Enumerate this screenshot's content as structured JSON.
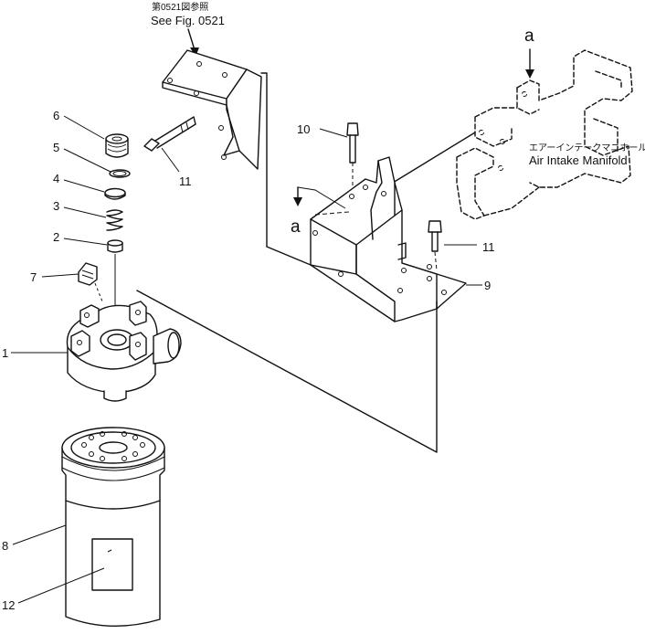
{
  "callouts": {
    "see_fig_jp": "第0521図参照",
    "see_fig_en": "See Fig. 0521",
    "manifold_jp": "エアーインテークマニホールド",
    "manifold_en": "Air Intake Manifold",
    "ref_a_top": "a",
    "ref_a_left": "a"
  },
  "parts": [
    {
      "number": "1"
    },
    {
      "number": "2"
    },
    {
      "number": "3"
    },
    {
      "number": "4"
    },
    {
      "number": "5"
    },
    {
      "number": "6"
    },
    {
      "number": "7"
    },
    {
      "number": "8"
    },
    {
      "number": "9"
    },
    {
      "number": "10"
    },
    {
      "number": "11"
    },
    {
      "number": "11"
    },
    {
      "number": "12"
    }
  ],
  "colors": {
    "line": "#111111",
    "background": "#ffffff"
  }
}
